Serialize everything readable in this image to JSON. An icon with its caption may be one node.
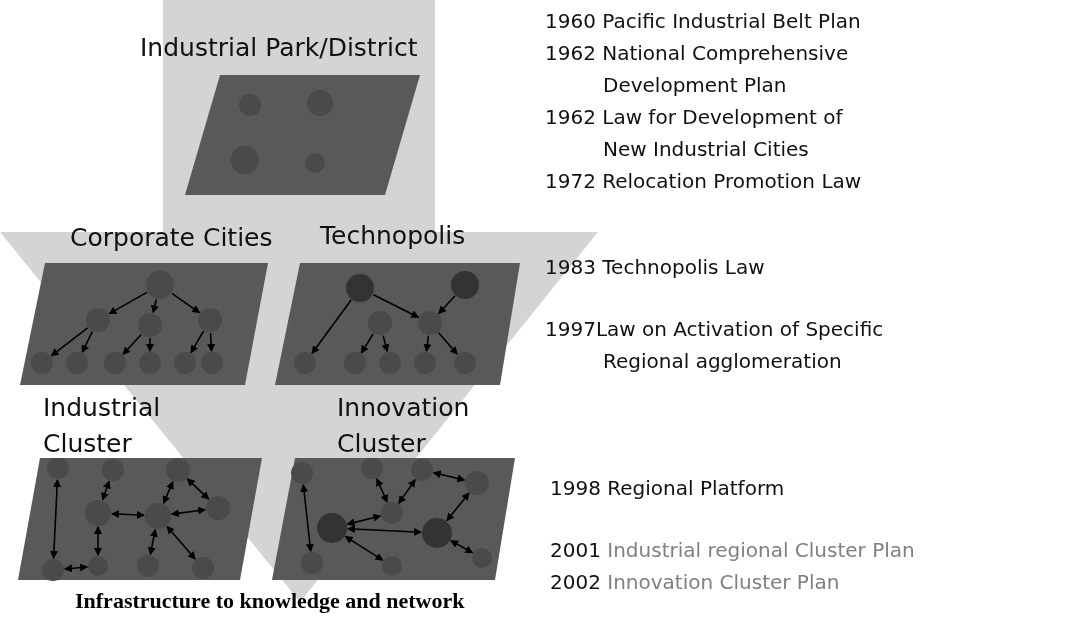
{
  "diagram": {
    "caption": "Infrastructure to knowledge and network",
    "nodes": [
      {
        "text": [
          "Industrial Park/District"
        ]
      },
      {
        "text": [
          "Corporate Cities"
        ]
      },
      {
        "text": [
          "Technopolis"
        ]
      },
      {
        "text": [
          "Industrial Cluster"
        ]
      },
      {
        "text": [
          "Innovation Cluster"
        ]
      }
    ],
    "labels": [
      "1960 Pacific Industrial Belt Plan",
      "1962 National Comprehensive Development Plan",
      "1962 Law for Development of New Industrial Cities",
      "1972 Relocation Promotion Law",
      "1983 Technopolis Law",
      "1997Law on Activation of Specific Regional agglomeration",
      "1998 Regional Platform",
      "2001 Industrial regional Cluster Plan",
      "2002 Innovation Cluster Plan"
    ]
  }
}
